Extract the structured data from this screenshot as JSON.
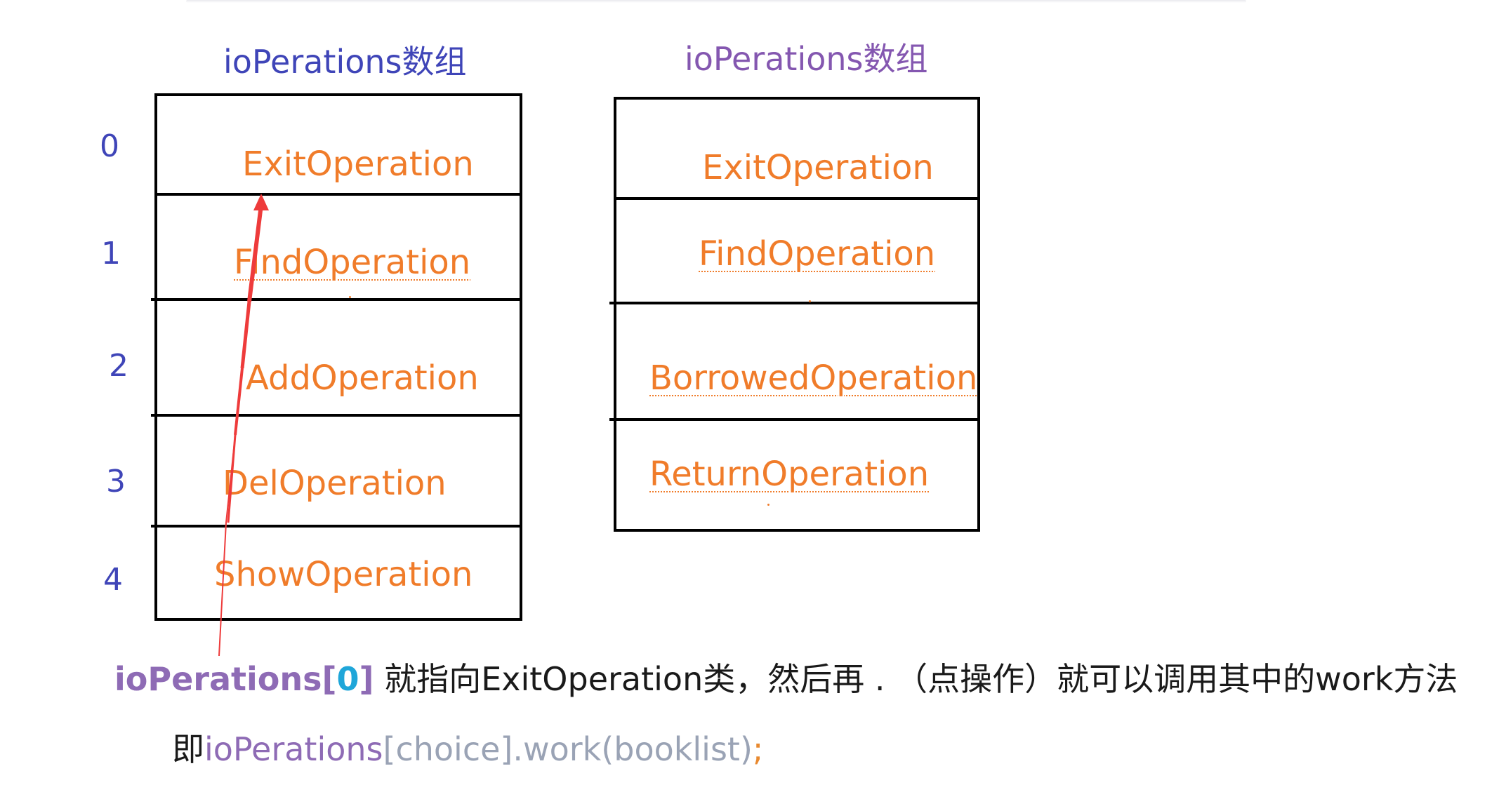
{
  "left_array": {
    "title": "ioPerations数组",
    "indices": [
      "0",
      "1",
      "2",
      "3",
      "4"
    ],
    "items": [
      "ExitOperation",
      "FindOperation",
      "AddOperation",
      "DelOperation",
      "ShowOperation"
    ]
  },
  "right_array": {
    "title": "ioPerations数组",
    "items": [
      "ExitOperation",
      "FindOperation",
      "BorrowedOperation",
      "ReturnOperation"
    ]
  },
  "description": {
    "array_name": "ioPerations",
    "open_bracket": "[",
    "index": "0",
    "close_bracket": "]",
    "text": " 就指向ExitOperation类，然后再 . （点操作）就可以调用其中的work方法"
  },
  "code": {
    "prefix": "即",
    "array_name": "ioPerations",
    "call": "[choice].work(booklist)",
    "semicolon": ";"
  },
  "colors": {
    "index_blue": "#3f45b8",
    "title_purple": "#8457b0",
    "item_orange": "#f07c2a",
    "arrow_red": "#ee3b3b",
    "index_highlight_blue": "#1fa6d9"
  }
}
